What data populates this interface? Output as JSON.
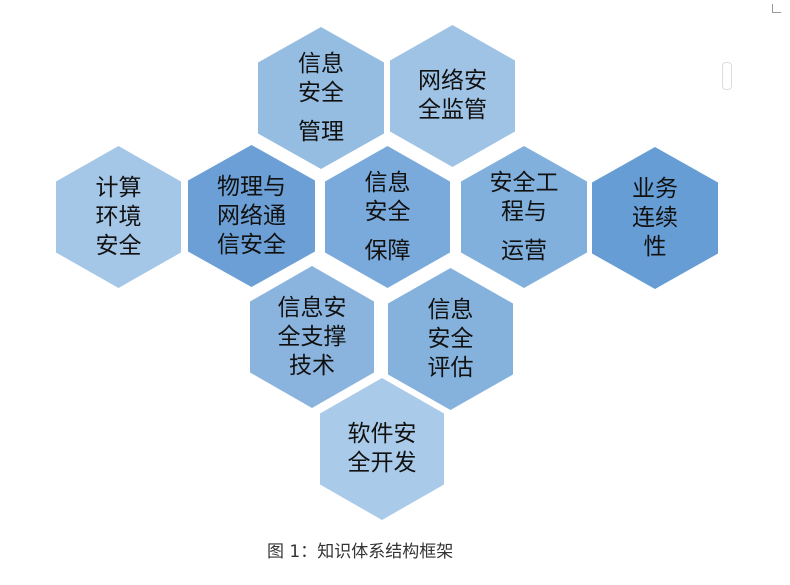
{
  "hexagons": [
    {
      "id": "info-sec-management",
      "lines": [
        "信息",
        "安全",
        "管理"
      ],
      "color": "#95bde2"
    },
    {
      "id": "network-sec-supervision",
      "lines": [
        "网络安",
        "全监管"
      ],
      "color": "#9fc3e5"
    },
    {
      "id": "computing-env-sec",
      "lines": [
        "计算",
        "环境",
        "安全"
      ],
      "color": "#a4c6e7"
    },
    {
      "id": "physical-network-comm-sec",
      "lines": [
        "物理与",
        "网络通",
        "信安全"
      ],
      "color": "#6b9fd5"
    },
    {
      "id": "info-sec-assurance",
      "lines": [
        "信息",
        "安全",
        "保障"
      ],
      "color": "#7aaadb"
    },
    {
      "id": "sec-engineering-ops",
      "lines": [
        "安全工",
        "程与",
        "运营"
      ],
      "color": "#82b0dd"
    },
    {
      "id": "business-continuity",
      "lines": [
        "业务",
        "连续",
        "性"
      ],
      "color": "#659dd4"
    },
    {
      "id": "info-sec-support-tech",
      "lines": [
        "信息安",
        "全支撑",
        "技术"
      ],
      "color": "#8ab4de"
    },
    {
      "id": "info-sec-assessment",
      "lines": [
        "信息",
        "安全",
        "评估"
      ],
      "color": "#85b2dd"
    },
    {
      "id": "software-sec-dev",
      "lines": [
        "软件安",
        "全开发"
      ],
      "color": "#a9cae8"
    }
  ],
  "caption": "图 1：知识体系结构框架"
}
